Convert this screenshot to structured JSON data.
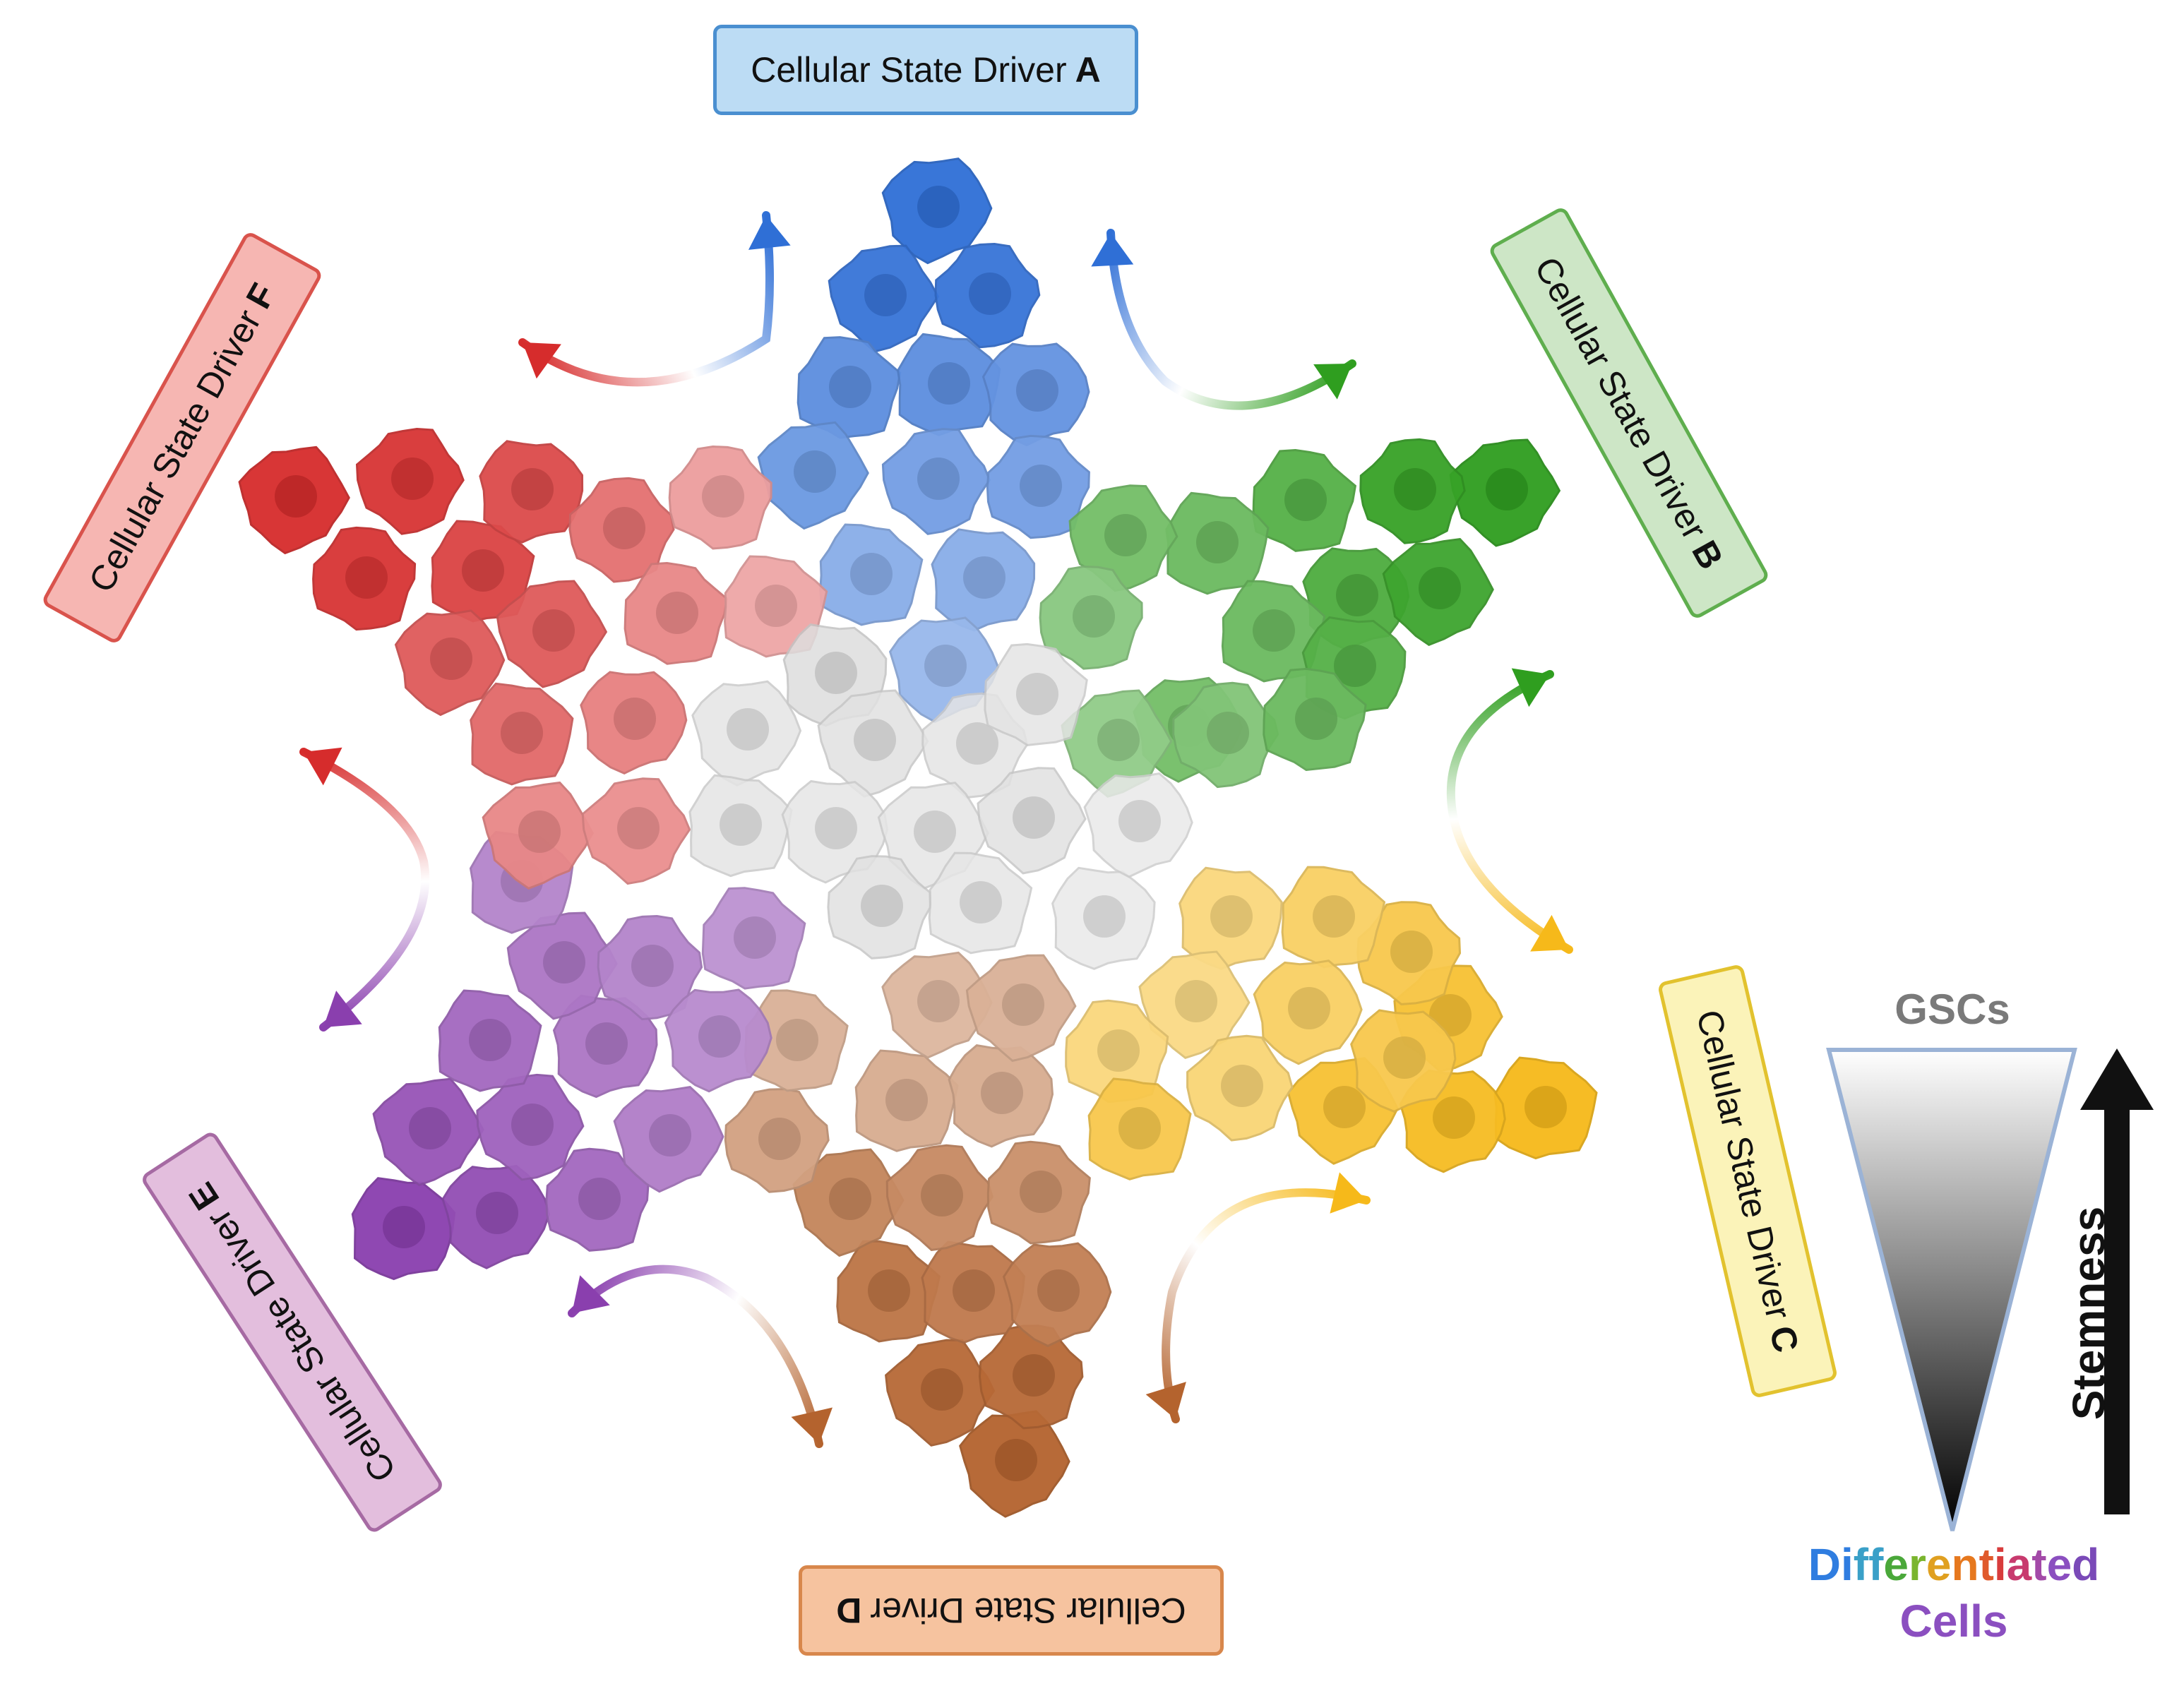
{
  "drivers": [
    {
      "id": "A",
      "prefix": "Cellular State Driver",
      "letter": "A",
      "fill": "#bcdcf4",
      "border": "#4a8fd0"
    },
    {
      "id": "B",
      "prefix": "Cellular State Driver",
      "letter": "B",
      "fill": "#cde6c6",
      "border": "#5fae4e"
    },
    {
      "id": "C",
      "prefix": "Cellular State Driver",
      "letter": "C",
      "fill": "#fbf3b9",
      "border": "#e2c22e"
    },
    {
      "id": "D",
      "prefix": "Cellular State Driver",
      "letter": "D",
      "fill": "#f6c39f",
      "border": "#d8874c"
    },
    {
      "id": "E",
      "prefix": "Cellular State Driver",
      "letter": "E",
      "fill": "#e3bedd",
      "border": "#a66aa3"
    },
    {
      "id": "F",
      "prefix": "Cellular State Driver",
      "letter": "F",
      "fill": "#f6b6b2",
      "border": "#d9534c"
    }
  ],
  "lineage_colors": {
    "A": "#2f6fd6",
    "B": "#2f9e1f",
    "C": "#f6b91a",
    "D": "#b4632e",
    "E": "#8a3fae",
    "F": "#d62c2c",
    "center": "#c8c8c8"
  },
  "legend": {
    "top_label": "GSCs",
    "bottom_label_line1": "Differentiated",
    "bottom_label_line2": "Cells",
    "axis_label": "Stemness",
    "top_label_color": "#7a7a7a"
  }
}
